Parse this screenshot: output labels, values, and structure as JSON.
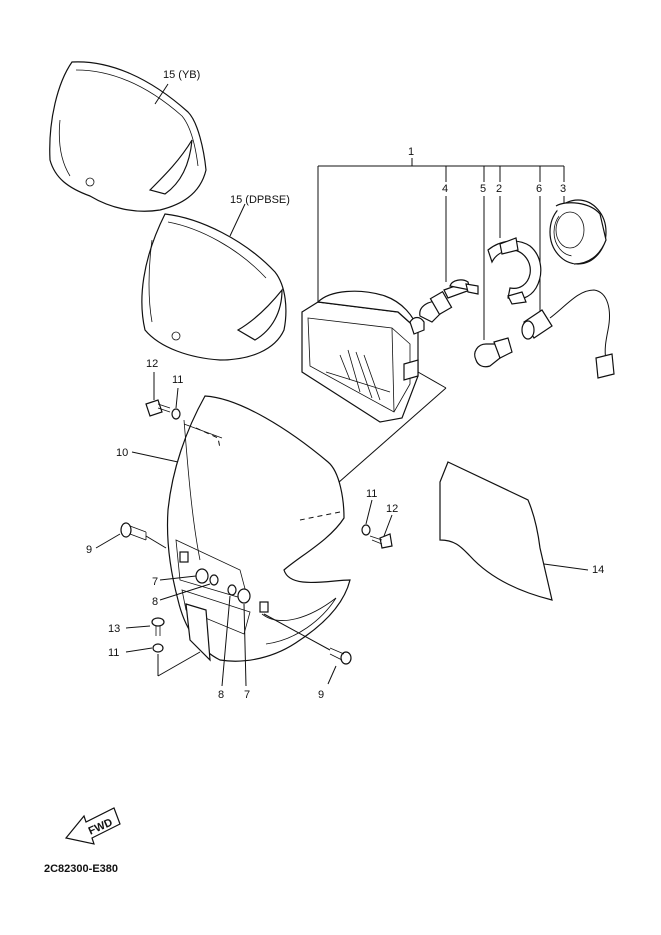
{
  "labels": {
    "l1": "1",
    "l2": "2",
    "l3": "3",
    "l4": "4",
    "l5": "5",
    "l6": "6",
    "l7a": "7",
    "l7b": "7",
    "l8a": "8",
    "l8b": "8",
    "l9a": "9",
    "l9b": "9",
    "l10": "10",
    "l11a": "11",
    "l11b": "11",
    "l11c": "11",
    "l12a": "12",
    "l12b": "12",
    "l13": "13",
    "l14": "14",
    "l15a": "15 (YB)",
    "l15b": "15 (DPBSE)"
  },
  "fwd_label": "FWD",
  "diagram_code": "2C82300-E380"
}
